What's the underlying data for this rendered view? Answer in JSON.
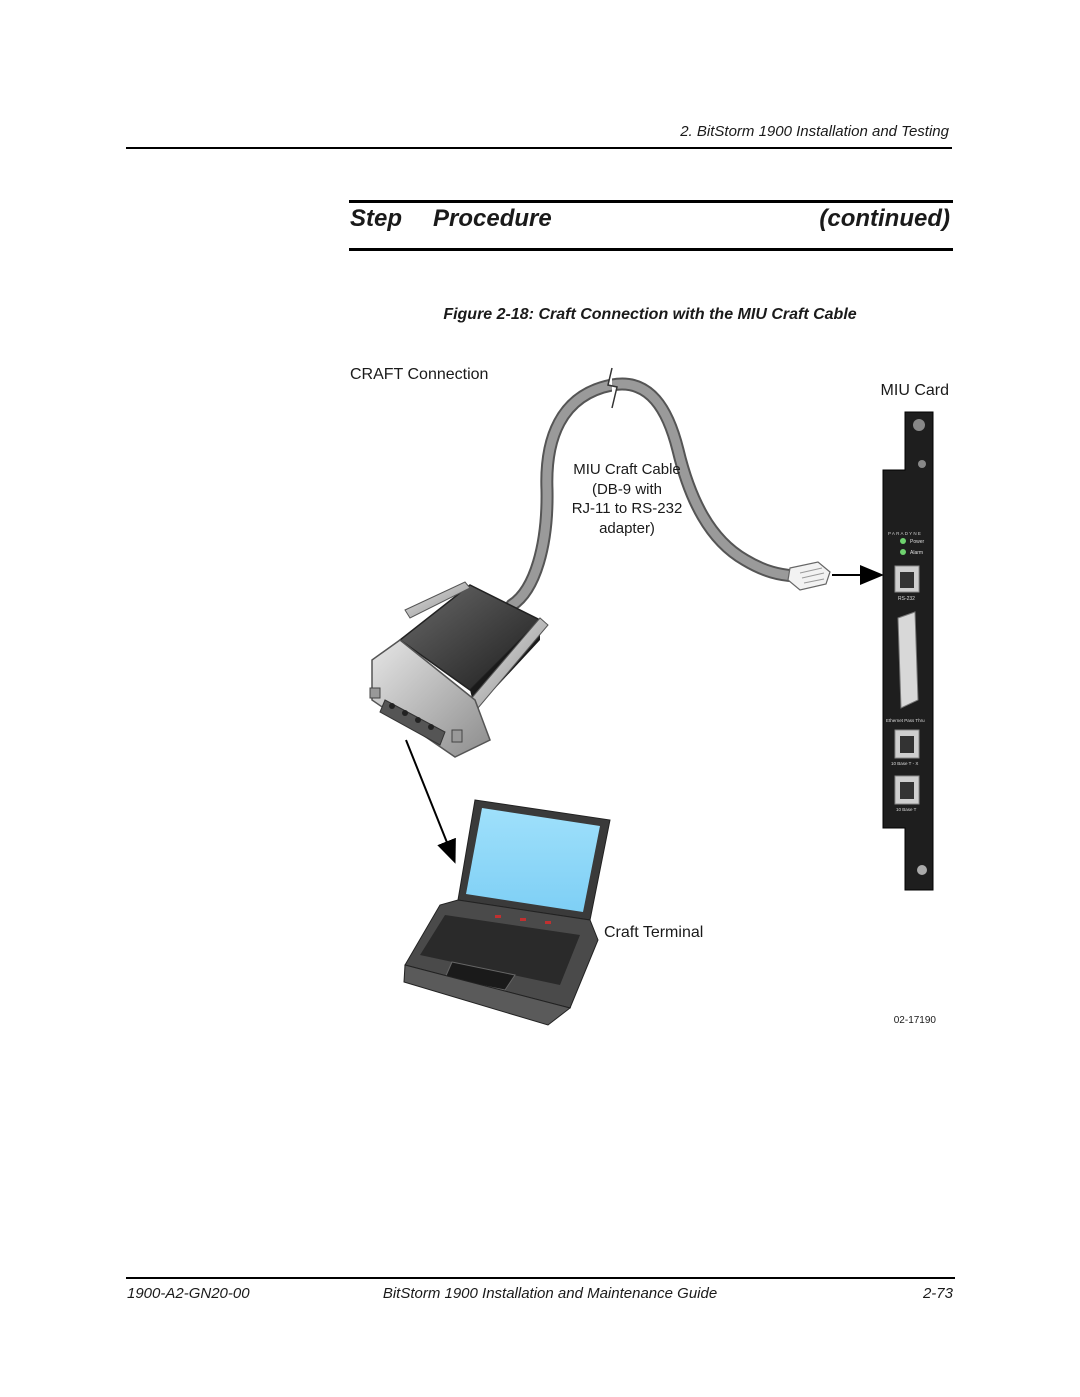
{
  "header": {
    "running_head": "2. BitStorm 1900 Installation and Testing"
  },
  "section": {
    "step": "Step",
    "procedure": "Procedure",
    "continued": "(continued)"
  },
  "figure": {
    "caption": "Figure 2-18: Craft Connection with the MIU Craft Cable",
    "labels": {
      "craft_connection": "CRAFT Connection",
      "miu_card": "MIU Card",
      "cable_lines": [
        "MIU Craft Cable",
        "(DB-9 with",
        "RJ-11 to RS-232",
        "adapter)"
      ],
      "craft_terminal": "Craft Terminal",
      "figure_id": "02-17190"
    },
    "card_text": {
      "brand": "PARADYNE",
      "power": "Power",
      "alarm": "Alarm",
      "rs232": "RS-232",
      "ethernet": "Ethernet Pass Thru",
      "port1": "10 Base T - X",
      "port2": "10 Base T"
    },
    "colors": {
      "screen": "#8fd8f8",
      "cable": "#9a9a9a",
      "card": "#1e1e1e",
      "led": "#6fd26f"
    }
  },
  "footer": {
    "doc_number": "1900-A2-GN20-00",
    "title": "BitStorm 1900 Installation and Maintenance Guide",
    "page": "2-73"
  }
}
